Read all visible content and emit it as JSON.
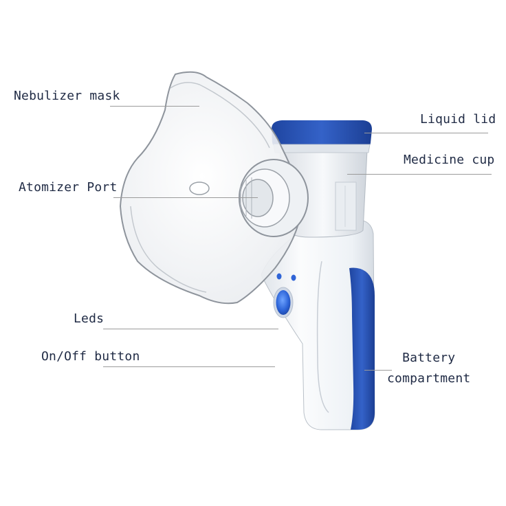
{
  "labels": {
    "nebulizer_mask": "Nebulizer mask",
    "atomizer_port": "Atomizer Port",
    "leds": "Leds",
    "onoff_button": "On/Off button",
    "liquid_lid": "Liquid lid",
    "medicine_cup": "Medicine cup",
    "battery_line1": "Battery",
    "battery_line2": "compartment"
  },
  "colors": {
    "device_body": "#f3f6fa",
    "device_blue": "#2f58b8",
    "mask_outline": "#8e949c",
    "leader_line": "#9a9a9a",
    "label_text": "#1f2a44"
  }
}
